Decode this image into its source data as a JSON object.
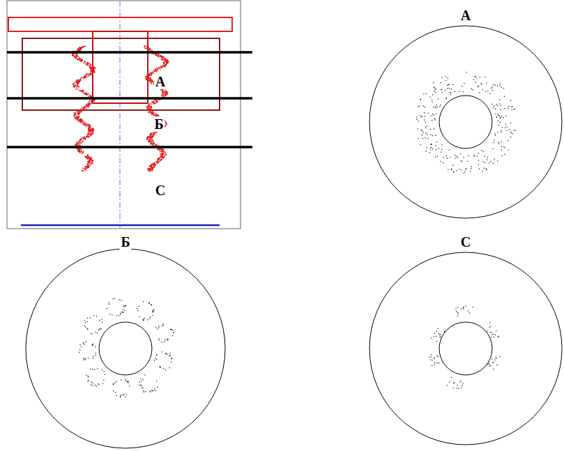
{
  "diagram": {
    "labels": [
      "А",
      "Б",
      "С",
      "А",
      "Б",
      "С"
    ]
  }
}
